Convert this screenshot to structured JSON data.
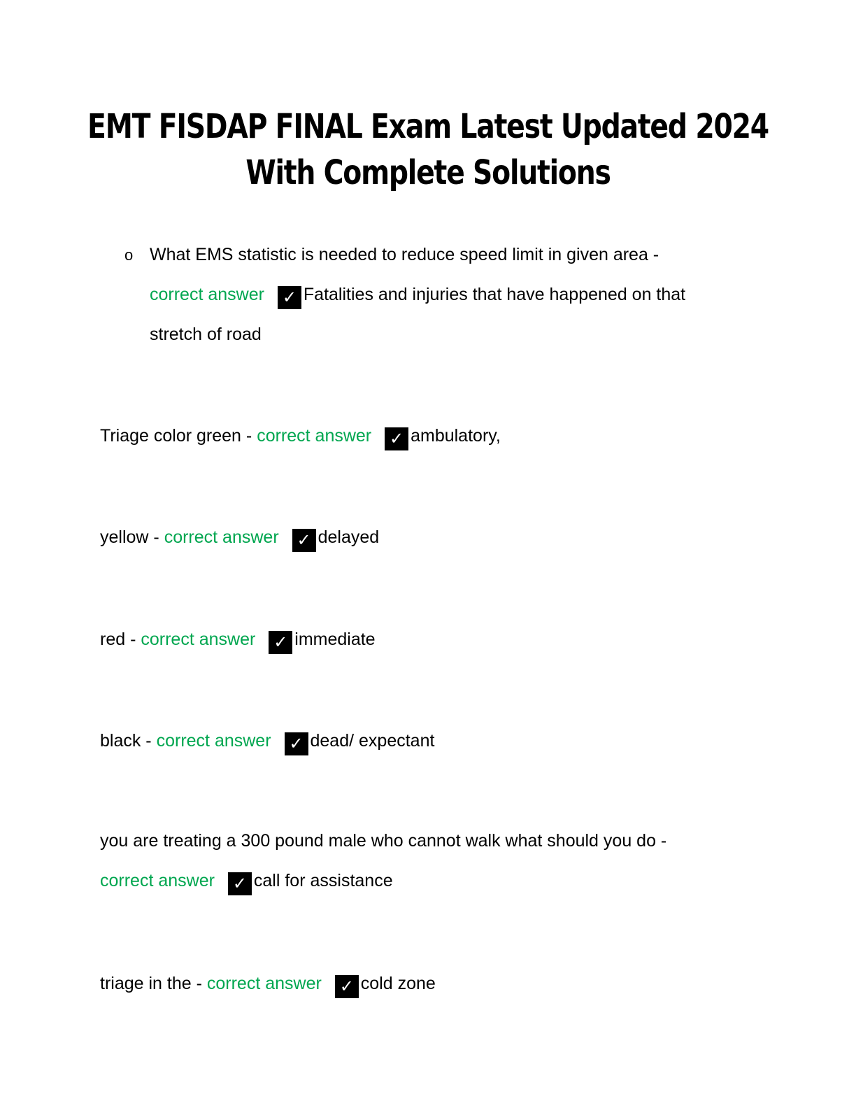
{
  "document": {
    "title_line_1": "EMT FISDAP FINAL Exam Latest Updated 2024",
    "title_line_2": "With Complete Solutions",
    "answer_label": "correct answer",
    "check_glyph": "✓",
    "bullet_glyph": "o",
    "items": [
      {
        "question_line_1": "What EMS statistic is needed to reduce speed limit in given area -",
        "answer_line_1": "Fatalities and injuries that have happened on that",
        "answer_line_2": "stretch of road"
      },
      {
        "question": "Triage color green -",
        "answer": "ambulatory,"
      },
      {
        "question": "yellow -",
        "answer": "delayed"
      },
      {
        "question": "red -",
        "answer": "immediate"
      },
      {
        "question": "black -",
        "answer": "dead/ expectant"
      },
      {
        "question": "you are treating a 300 pound male who cannot walk what should you do -",
        "answer": "call for assistance"
      },
      {
        "question": "triage in the -",
        "answer": "cold zone"
      }
    ],
    "colors": {
      "answer_label": "#00a64f",
      "check_box": "#000000",
      "text": "#000000"
    }
  }
}
